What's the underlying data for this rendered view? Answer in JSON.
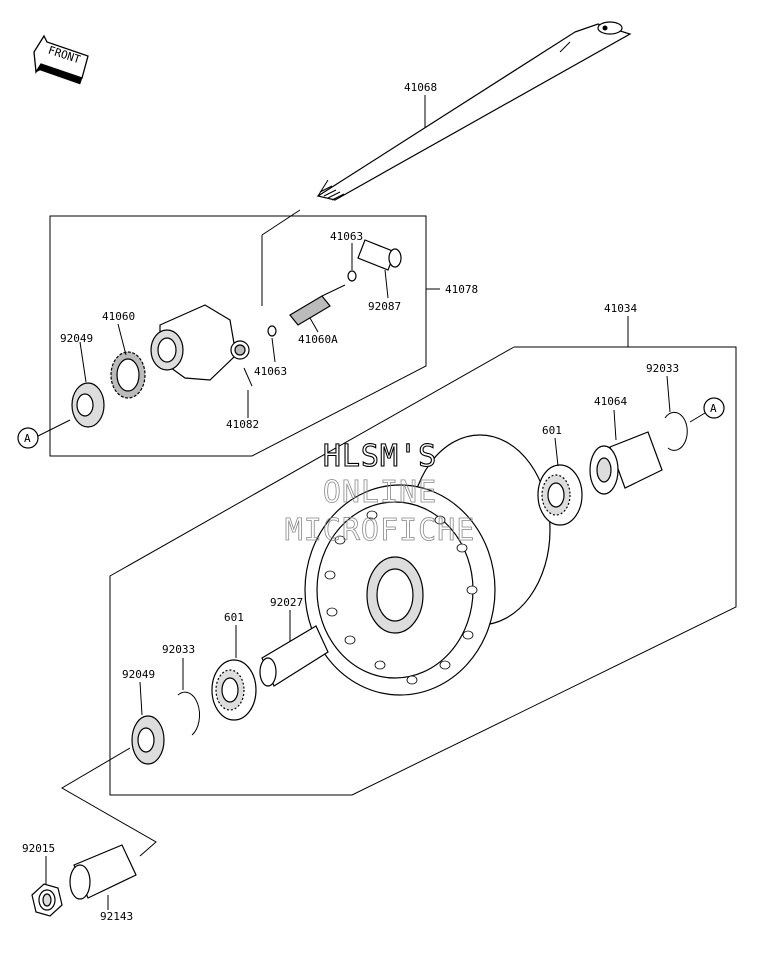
{
  "front_arrow": {
    "text": "FRONT"
  },
  "reference_marker": "A",
  "watermark": {
    "lines": [
      "HLSM'S",
      "ONLINE",
      "MICROFICHE"
    ]
  },
  "part_labels": {
    "p41068": "41068",
    "p41063a": "41063",
    "p41078": "41078",
    "p41060": "41060",
    "p92049a": "92049",
    "p92087": "92087",
    "p41060A": "41060A",
    "p41063b": "41063",
    "p41082": "41082",
    "p41034": "41034",
    "p92033a": "92033",
    "p41064": "41064",
    "p601a": "601",
    "p92027": "92027",
    "p601b": "601",
    "p92033b": "92033",
    "p92049b": "92049",
    "p92015": "92015",
    "p92143": "92143"
  }
}
